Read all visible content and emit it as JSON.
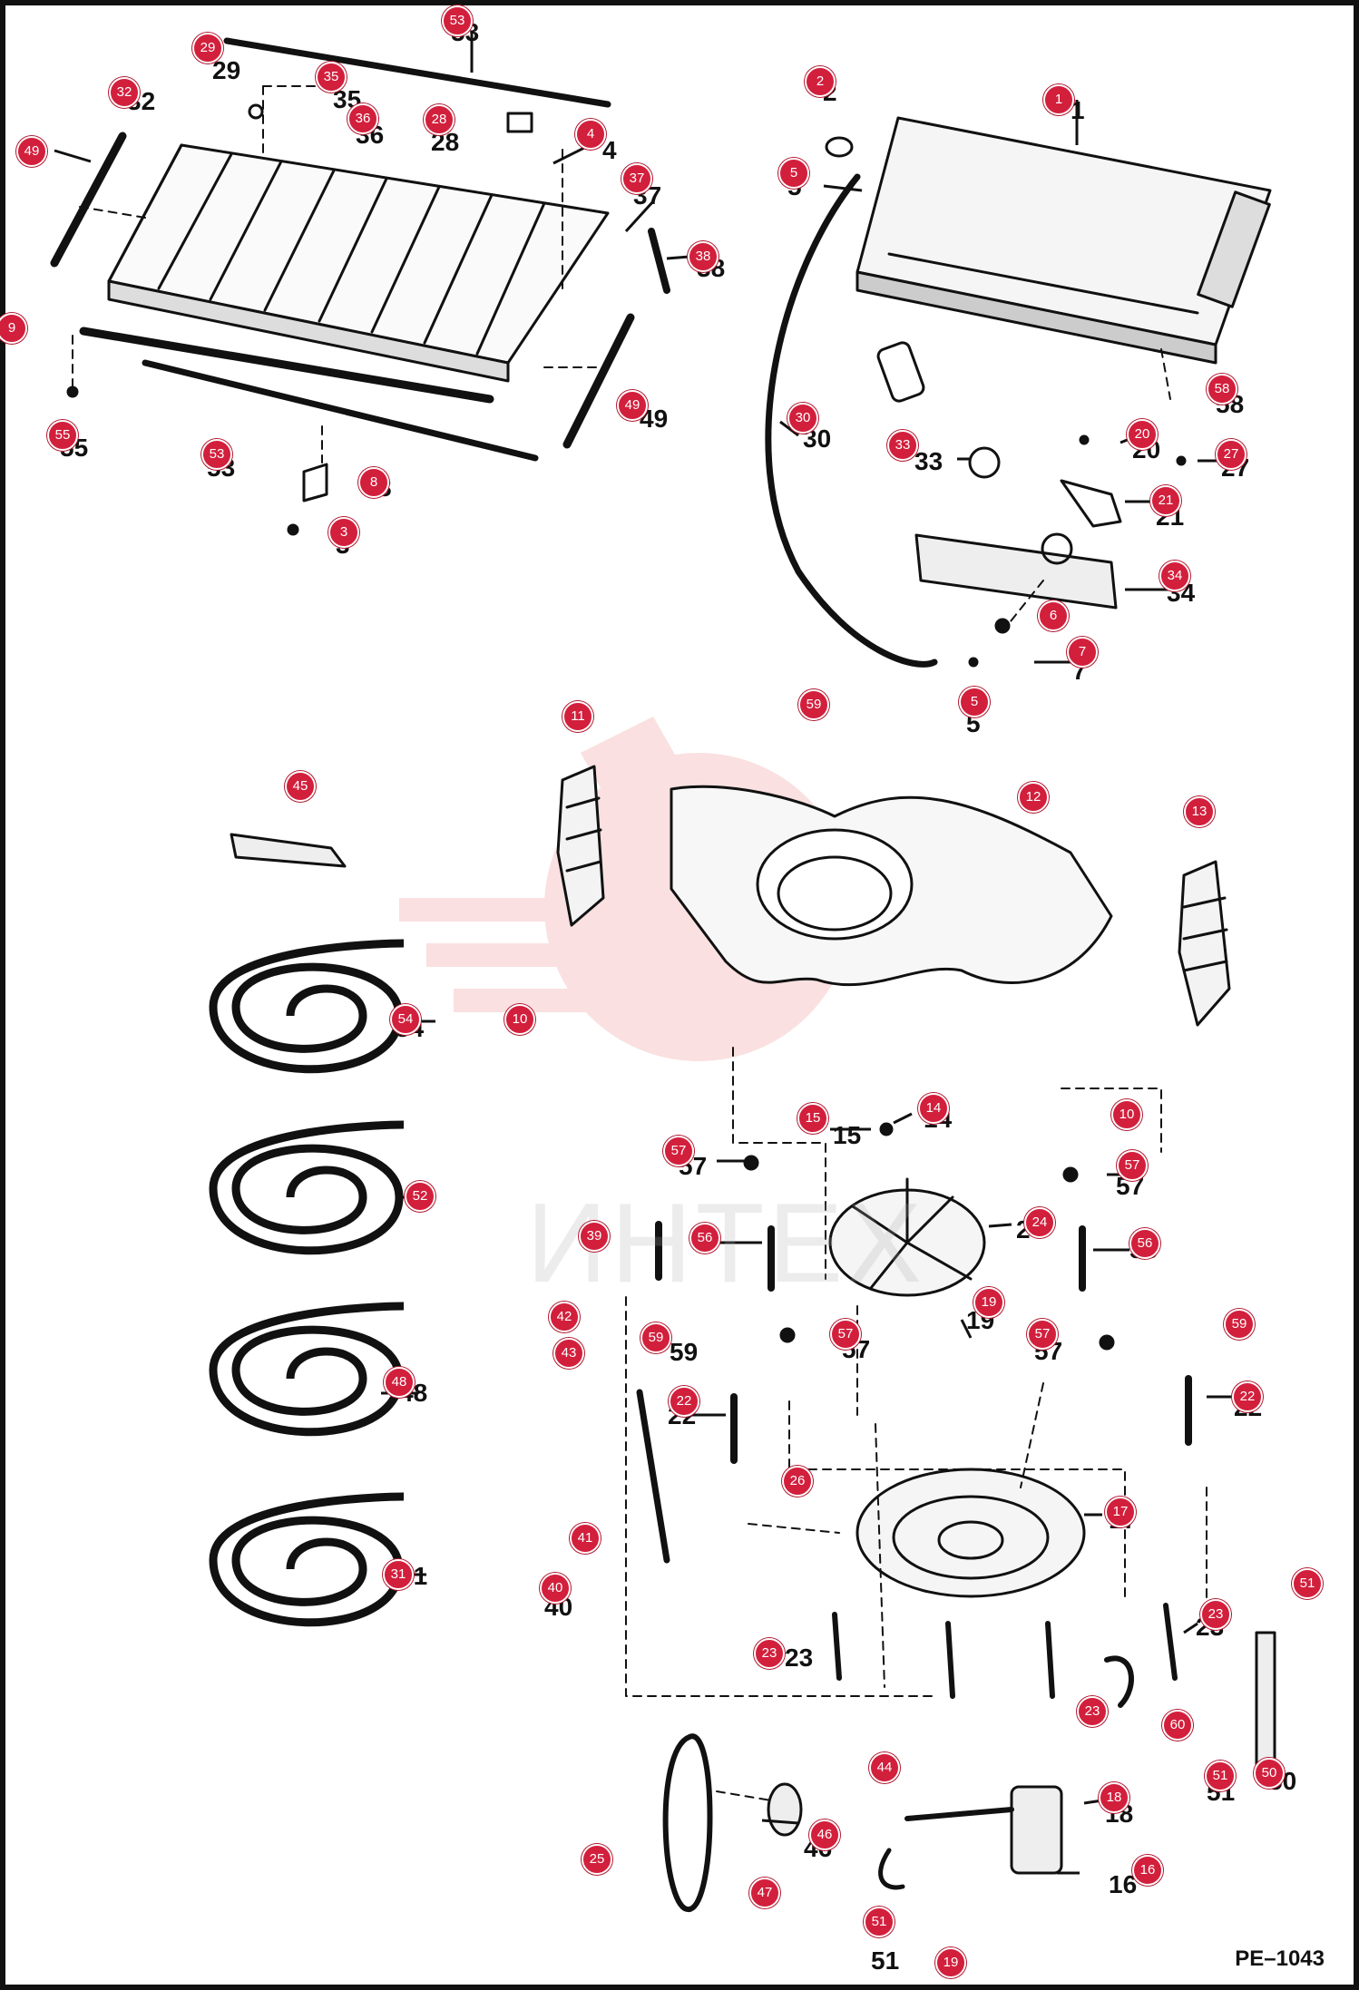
{
  "figure_id": "PE–1043",
  "watermark": "ИНТЕХ",
  "colors": {
    "callout": "#d21f3c",
    "line": "#111111",
    "watermark": "#f3b1b1"
  },
  "parts": [
    {
      "n": "53"
    },
    {
      "n": "29"
    },
    {
      "n": "35"
    },
    {
      "n": "32"
    },
    {
      "n": "36"
    },
    {
      "n": "28"
    },
    {
      "n": "4"
    },
    {
      "n": "49"
    },
    {
      "n": "37"
    },
    {
      "n": "38"
    },
    {
      "n": "9"
    },
    {
      "n": "49"
    },
    {
      "n": "55"
    },
    {
      "n": "53"
    },
    {
      "n": "8"
    },
    {
      "n": "3"
    },
    {
      "n": "2"
    },
    {
      "n": "1"
    },
    {
      "n": "5"
    },
    {
      "n": "58"
    },
    {
      "n": "30"
    },
    {
      "n": "20"
    },
    {
      "n": "33"
    },
    {
      "n": "27"
    },
    {
      "n": "21"
    },
    {
      "n": "34"
    },
    {
      "n": "6"
    },
    {
      "n": "7"
    },
    {
      "n": "5"
    },
    {
      "n": "11"
    },
    {
      "n": "59"
    },
    {
      "n": "12"
    },
    {
      "n": "45"
    },
    {
      "n": "13"
    },
    {
      "n": "54"
    },
    {
      "n": "10"
    },
    {
      "n": "14"
    },
    {
      "n": "10"
    },
    {
      "n": "15"
    },
    {
      "n": "57"
    },
    {
      "n": "57"
    },
    {
      "n": "52"
    },
    {
      "n": "24"
    },
    {
      "n": "39"
    },
    {
      "n": "56"
    },
    {
      "n": "56"
    },
    {
      "n": "19"
    },
    {
      "n": "42"
    },
    {
      "n": "59"
    },
    {
      "n": "57"
    },
    {
      "n": "57"
    },
    {
      "n": "59"
    },
    {
      "n": "43"
    },
    {
      "n": "48"
    },
    {
      "n": "22"
    },
    {
      "n": "22"
    },
    {
      "n": "26"
    },
    {
      "n": "17"
    },
    {
      "n": "41"
    },
    {
      "n": "31"
    },
    {
      "n": "51"
    },
    {
      "n": "40"
    },
    {
      "n": "23"
    },
    {
      "n": "23"
    },
    {
      "n": "23"
    },
    {
      "n": "60"
    },
    {
      "n": "51"
    },
    {
      "n": "50"
    },
    {
      "n": "44"
    },
    {
      "n": "18"
    },
    {
      "n": "46"
    },
    {
      "n": "25"
    },
    {
      "n": "16"
    },
    {
      "n": "47"
    },
    {
      "n": "51"
    },
    {
      "n": "19"
    }
  ],
  "labels": [
    {
      "n": "53"
    },
    {
      "n": "29"
    },
    {
      "n": "35"
    },
    {
      "n": "32"
    },
    {
      "n": "36"
    },
    {
      "n": "28"
    },
    {
      "n": "4"
    },
    {
      "n": "37"
    },
    {
      "n": "38"
    },
    {
      "n": "49"
    },
    {
      "n": "55"
    },
    {
      "n": "53"
    },
    {
      "n": "8"
    },
    {
      "n": "3"
    },
    {
      "n": "2"
    },
    {
      "n": "1"
    },
    {
      "n": "5"
    },
    {
      "n": "58"
    },
    {
      "n": "30"
    },
    {
      "n": "20"
    },
    {
      "n": "33"
    },
    {
      "n": "27"
    },
    {
      "n": "21"
    },
    {
      "n": "34"
    },
    {
      "n": "7"
    },
    {
      "n": "5"
    },
    {
      "n": "54"
    },
    {
      "n": "14"
    },
    {
      "n": "15"
    },
    {
      "n": "57"
    },
    {
      "n": "57"
    },
    {
      "n": "24"
    },
    {
      "n": "56"
    },
    {
      "n": "19"
    },
    {
      "n": "57"
    },
    {
      "n": "57"
    },
    {
      "n": "59"
    },
    {
      "n": "22"
    },
    {
      "n": "22"
    },
    {
      "n": "17"
    },
    {
      "n": "48"
    },
    {
      "n": "40"
    },
    {
      "n": "23"
    },
    {
      "n": "23"
    },
    {
      "n": "50"
    },
    {
      "n": "51"
    },
    {
      "n": "18"
    },
    {
      "n": "46"
    },
    {
      "n": "16"
    },
    {
      "n": "51"
    },
    {
      "n": "31"
    }
  ]
}
